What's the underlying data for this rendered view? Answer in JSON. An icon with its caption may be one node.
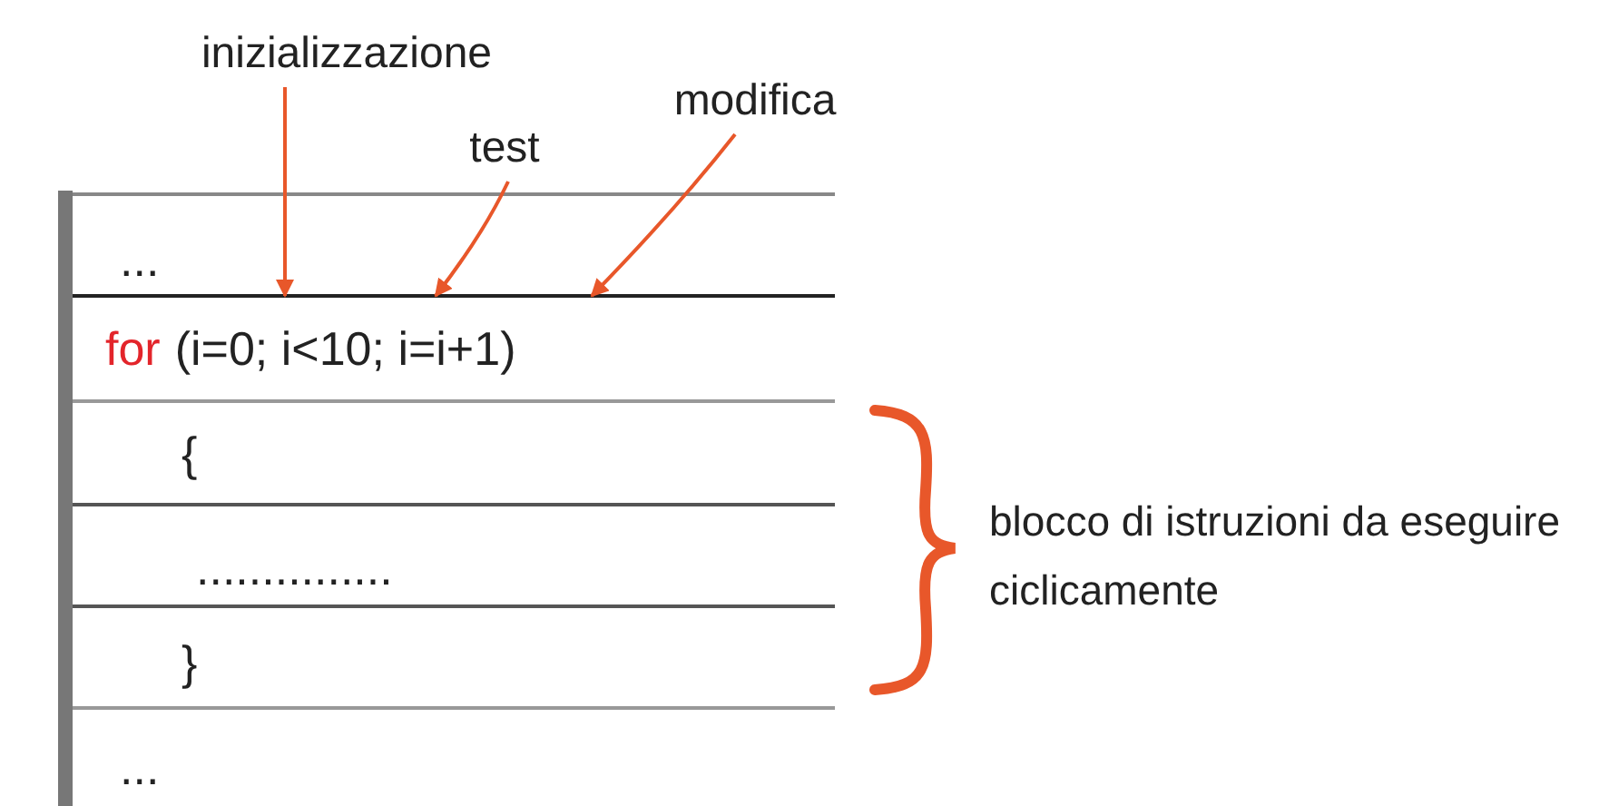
{
  "diagram": {
    "nodes": [
      {
        "text": [
          "inizializzazione"
        ]
      },
      {
        "text": [
          "test"
        ]
      },
      {
        "text": [
          "modifica"
        ]
      },
      {
        "text": [
          "for",
          "(i=0; i<10; i=i+1)"
        ]
      }
    ],
    "edges": [
      {
        "from": 0,
        "to": 3,
        "arrow": "to"
      },
      {
        "from": 1,
        "to": 3,
        "arrow": "to"
      },
      {
        "from": 2,
        "to": 3,
        "arrow": "to"
      }
    ],
    "labels": [
      "...",
      "{",
      "...............",
      "}",
      "...",
      "blocco di istruzioni da eseguire ciclicamente"
    ]
  }
}
